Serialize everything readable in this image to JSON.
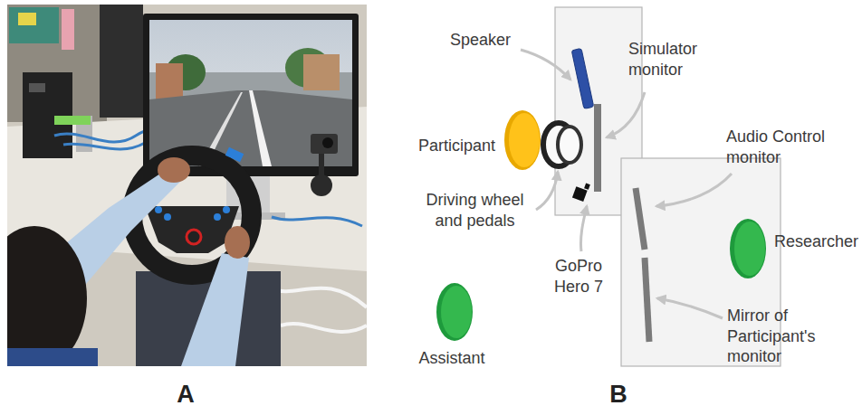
{
  "diagram": {
    "nodes": [
      {
        "text": [
          "Participant"
        ]
      },
      {
        "text": [
          "Researcher"
        ]
      },
      {
        "text": [
          "Assistant"
        ]
      }
    ],
    "labels": [
      "Speaker",
      "Simulator monitor",
      "Audio Control monitor",
      "Driving wheel and pedals",
      "GoPro Hero 7",
      "Mirror of Participant's monitor",
      "A",
      "B"
    ]
  }
}
